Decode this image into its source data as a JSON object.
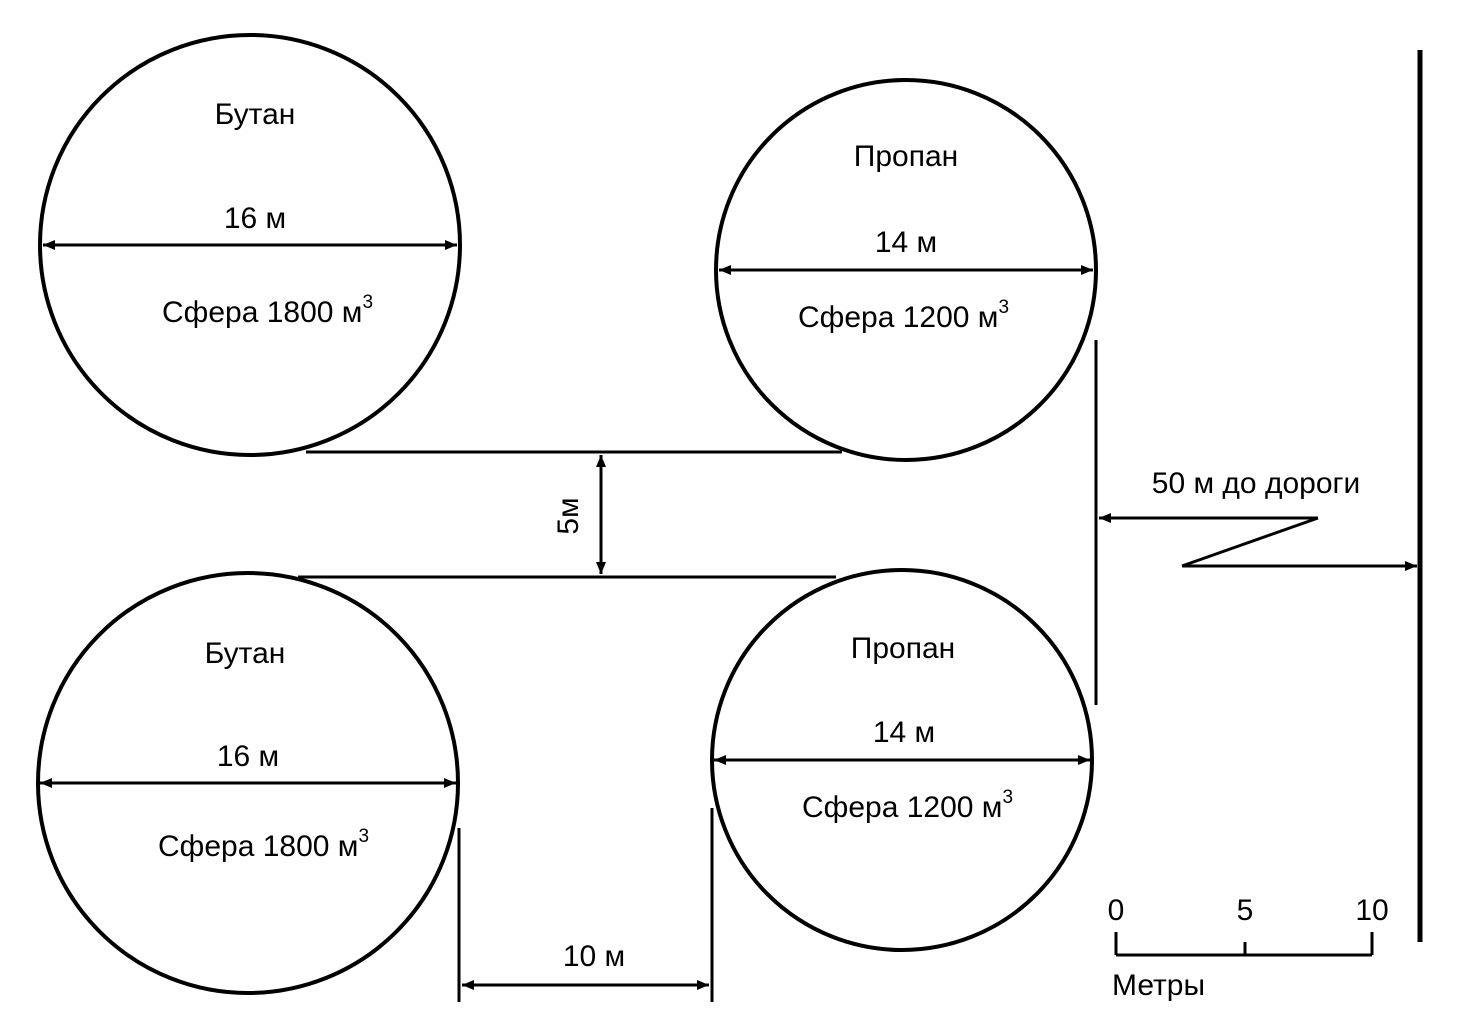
{
  "tanks": [
    {
      "name": "Бутан",
      "diameter": "16 м",
      "volume_prefix": "Сфера 1800 м",
      "volume_sup": "3"
    },
    {
      "name": "Пропан",
      "diameter": "14 м",
      "volume_prefix": "Сфера 1200 м",
      "volume_sup": "3"
    },
    {
      "name": "Бутан",
      "diameter": "16 м",
      "volume_prefix": "Сфера 1800 м",
      "volume_sup": "3"
    },
    {
      "name": "Пропан",
      "diameter": "14 м",
      "volume_prefix": "Сфера 1200 м",
      "volume_sup": "3"
    }
  ],
  "gap_vertical": "5м",
  "gap_horizontal": "10 м",
  "road_label": "50 м до дороги",
  "scale": {
    "ticks": [
      "0",
      "5",
      "10"
    ],
    "unit": "Метры"
  }
}
